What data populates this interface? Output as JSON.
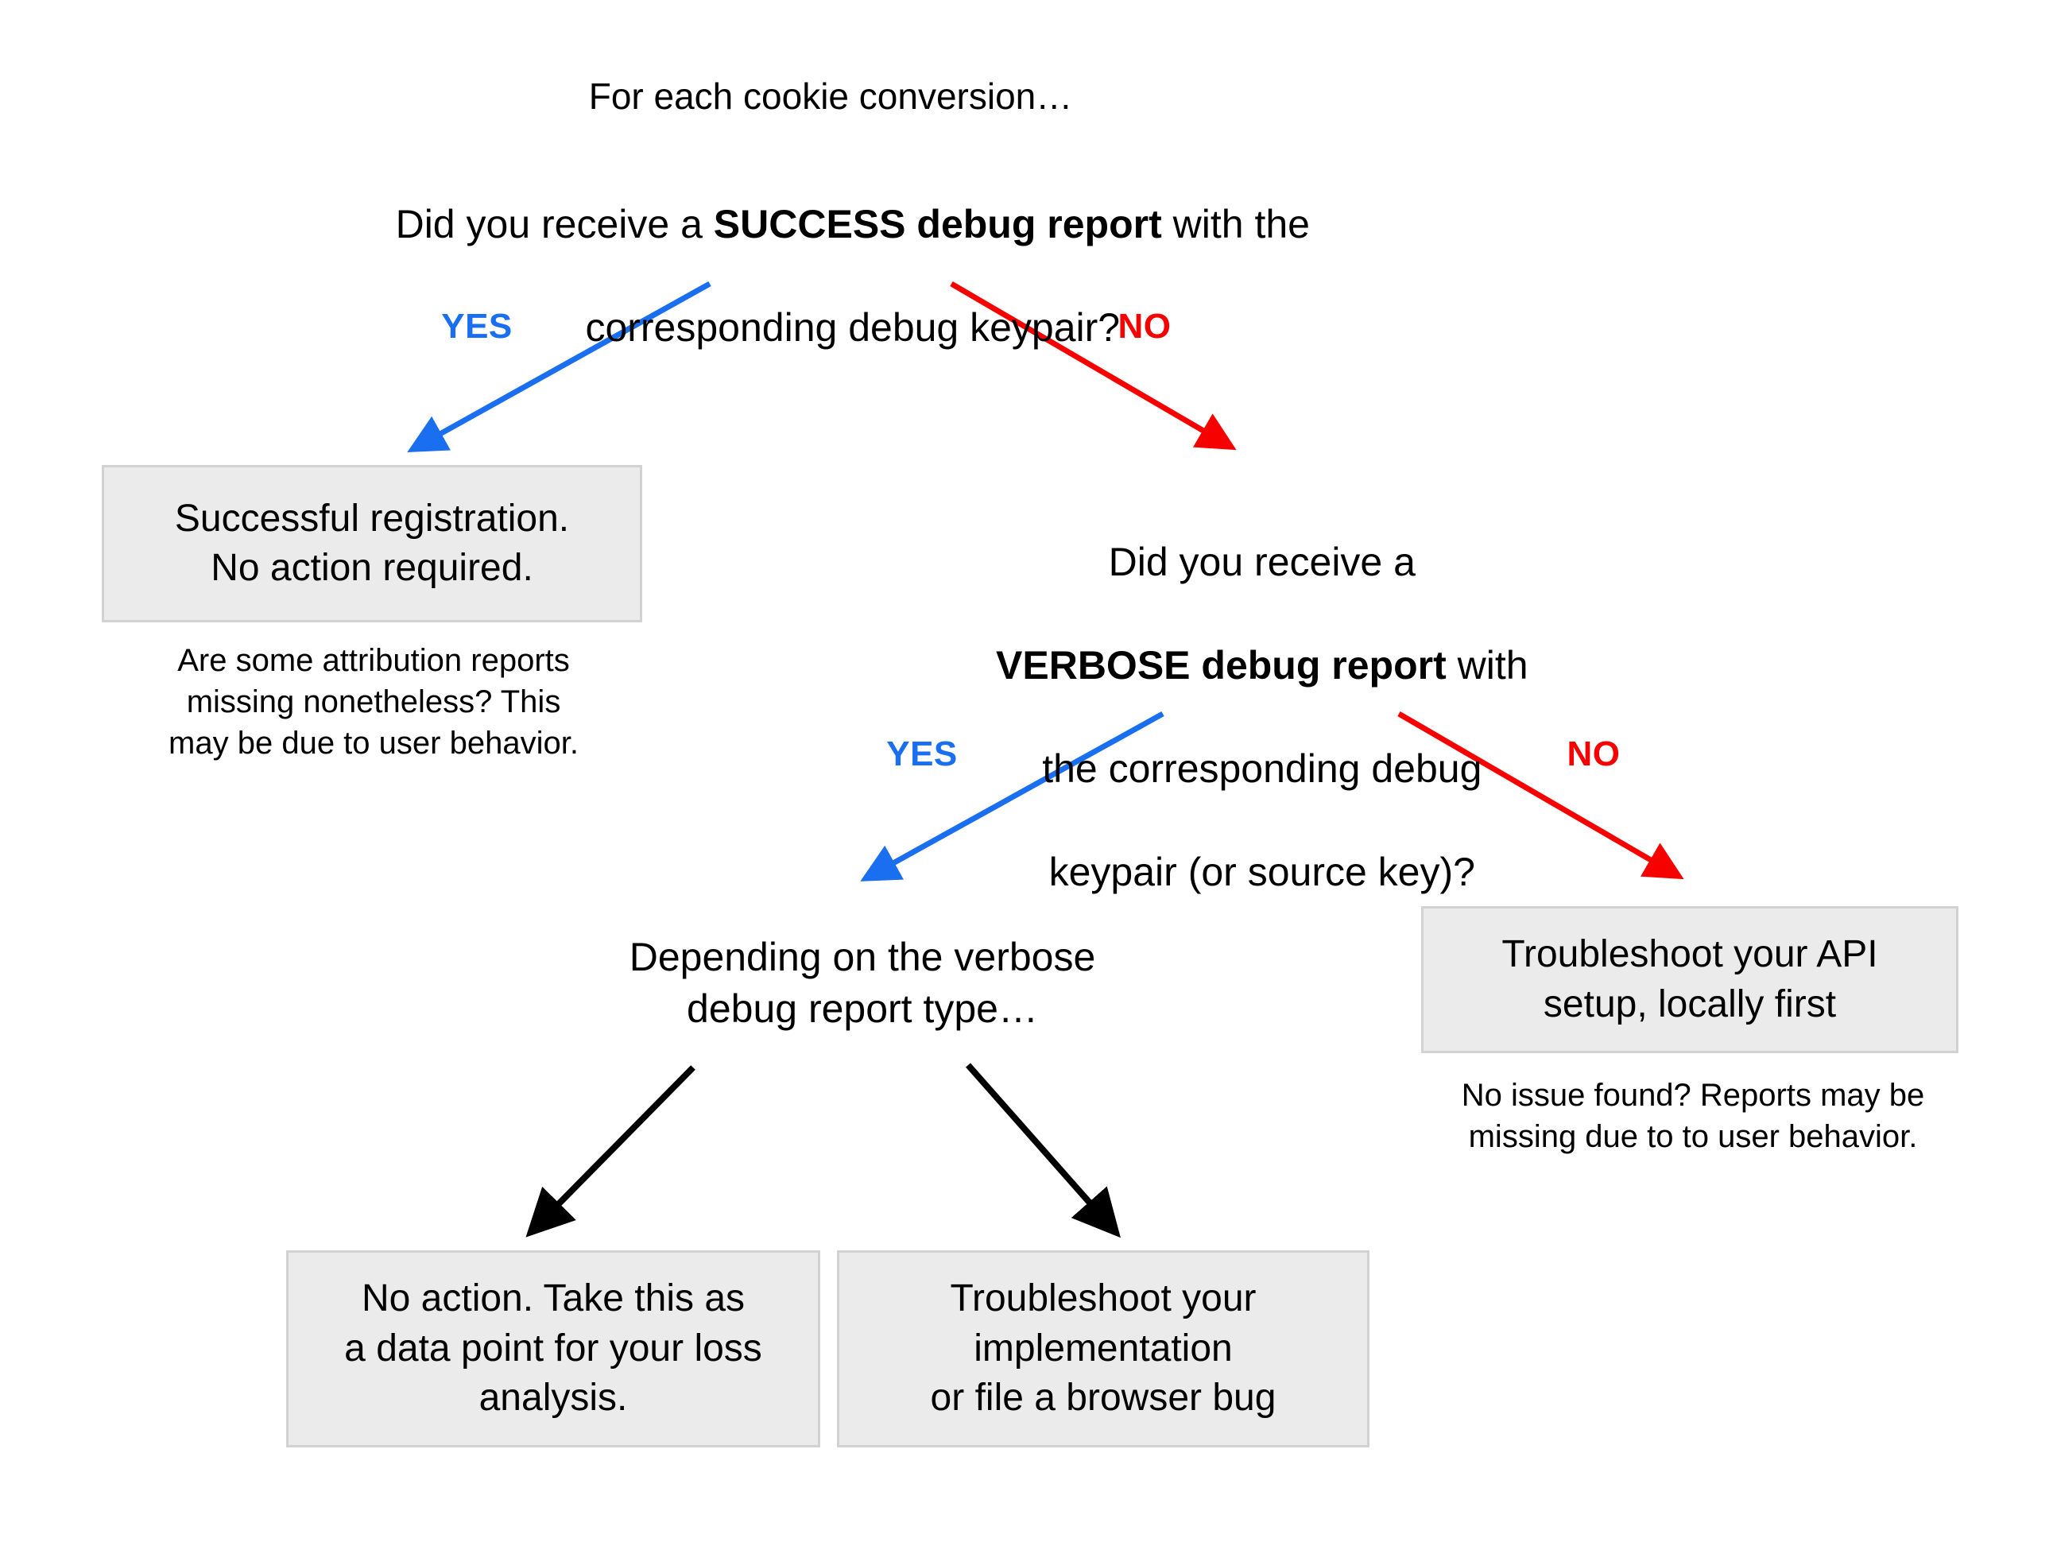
{
  "diagram": {
    "title": "Cookie conversion debug report troubleshooting decision tree",
    "background_color": "#ffffff",
    "box_fill": "#ebebeb",
    "box_border": "#d2d2d2",
    "yes_color": "#1a6ef0",
    "no_color": "#f70000",
    "neutral_arrow_color": "#000000"
  },
  "root": {
    "intro": "For each cookie conversion…",
    "question_pre": "Did you receive a ",
    "question_bold": "SUCCESS debug report",
    "question_post": " with the",
    "question_line2": "corresponding debug keypair?"
  },
  "branches": {
    "level1_yes": "YES",
    "level1_no": "NO",
    "level2_yes": "YES",
    "level2_no": "NO"
  },
  "nodes": {
    "success_box": "Successful registration.\nNo action required.",
    "success_caption": "Are some attribution reports\nmissing nonetheless? This\nmay be due to user behavior.",
    "verbose_question_line1": "Did you receive a",
    "verbose_question_bold": "VERBOSE debug report",
    "verbose_question_post": " with",
    "verbose_question_line3": "the corresponding debug",
    "verbose_question_line4": "keypair (or source key)?",
    "verbose_type": "Depending on the verbose\ndebug report type…",
    "api_box": "Troubleshoot your API\nsetup, locally first",
    "api_caption": "No issue found? Reports may be\nmissing due to to user behavior.",
    "no_action_box": "No action. Take this as\na data point for your loss\nanalysis.",
    "troubleshoot_box": "Troubleshoot your\nimplementation\nor file a browser bug"
  }
}
